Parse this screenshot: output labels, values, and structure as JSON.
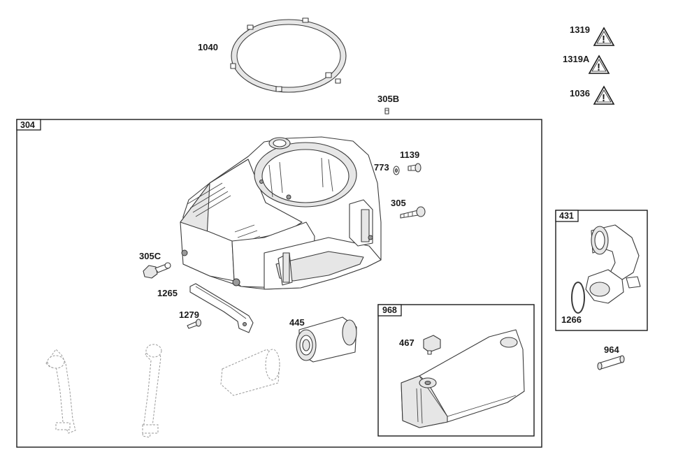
{
  "labels": {
    "p1040": "1040",
    "p305B": "305B",
    "p1139": "1139",
    "p773": "773",
    "p305": "305",
    "p305C": "305C",
    "p1265": "1265",
    "p1279": "1279",
    "p445": "445",
    "p467": "467",
    "p1266": "1266",
    "p964": "964"
  },
  "boxes": {
    "b304": "304",
    "b968": "968",
    "b431": "431"
  },
  "warnings": {
    "w1319": "1319",
    "w1319A": "1319A",
    "w1036": "1036",
    "mark": "!"
  },
  "colors": {
    "line": "#1a1a1a",
    "part_fill": "#ffffff",
    "shade": "#e6e6e6",
    "ghost": "#9a9a9a"
  }
}
